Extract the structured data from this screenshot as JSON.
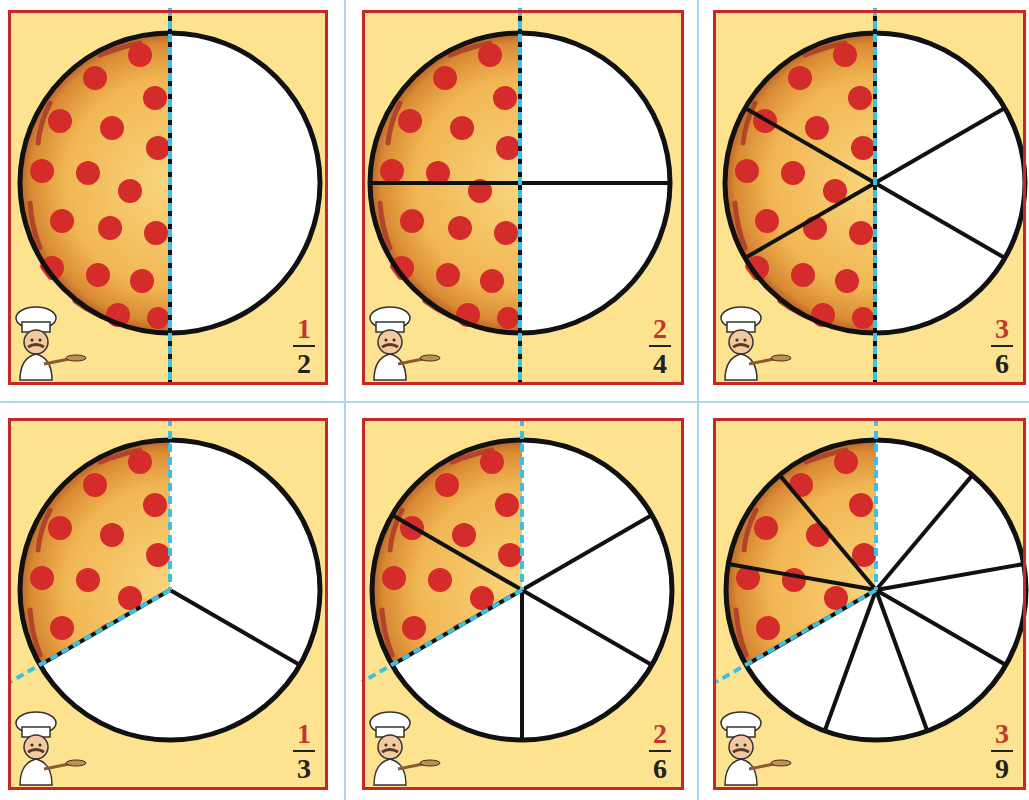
{
  "diagram": {
    "nodes": [
      {
        "text": [
          "1",
          "2"
        ]
      },
      {
        "text": [
          "2",
          "4"
        ]
      },
      {
        "text": [
          "3",
          "6"
        ]
      },
      {
        "text": [
          "1",
          "3"
        ]
      },
      {
        "text": [
          "2",
          "6"
        ]
      },
      {
        "text": [
          "3",
          "9"
        ]
      }
    ]
  }
}
